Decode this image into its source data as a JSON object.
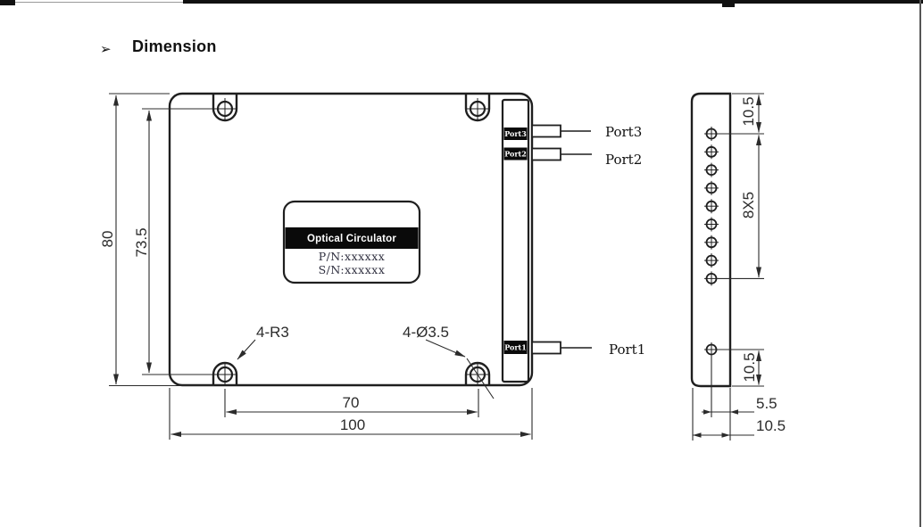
{
  "page": {
    "bullet": "➢",
    "heading": "Dimension"
  },
  "label_plate": {
    "title": "Optical Circulator",
    "part_number": "P/N:xxxxxx",
    "serial_number": "S/N:xxxxxx"
  },
  "ports": {
    "panel": [
      "Port3",
      "Port2",
      "Port1"
    ],
    "callouts": [
      "Port3",
      "Port2",
      "Port1"
    ]
  },
  "front_dims": {
    "height": "80",
    "hole_pitch_vertical": "73.5",
    "corner_radius_note": "4-R3",
    "hole_diameter_note": "4-Ø3.5",
    "hole_pitch_horizontal": "70",
    "width": "100"
  },
  "side_dims": {
    "top_offset": "10.5",
    "hole_pattern": "8X5",
    "bottom_offset": "10.5",
    "center_to_edge": "5.5",
    "depth": "10.5"
  },
  "colors": {
    "line": "#1f1f1f",
    "dimension": "#2b2b2b",
    "plate_band": "#0a0a0a",
    "port_label_bg": "#0a0a0a",
    "page_border": "#555555"
  }
}
